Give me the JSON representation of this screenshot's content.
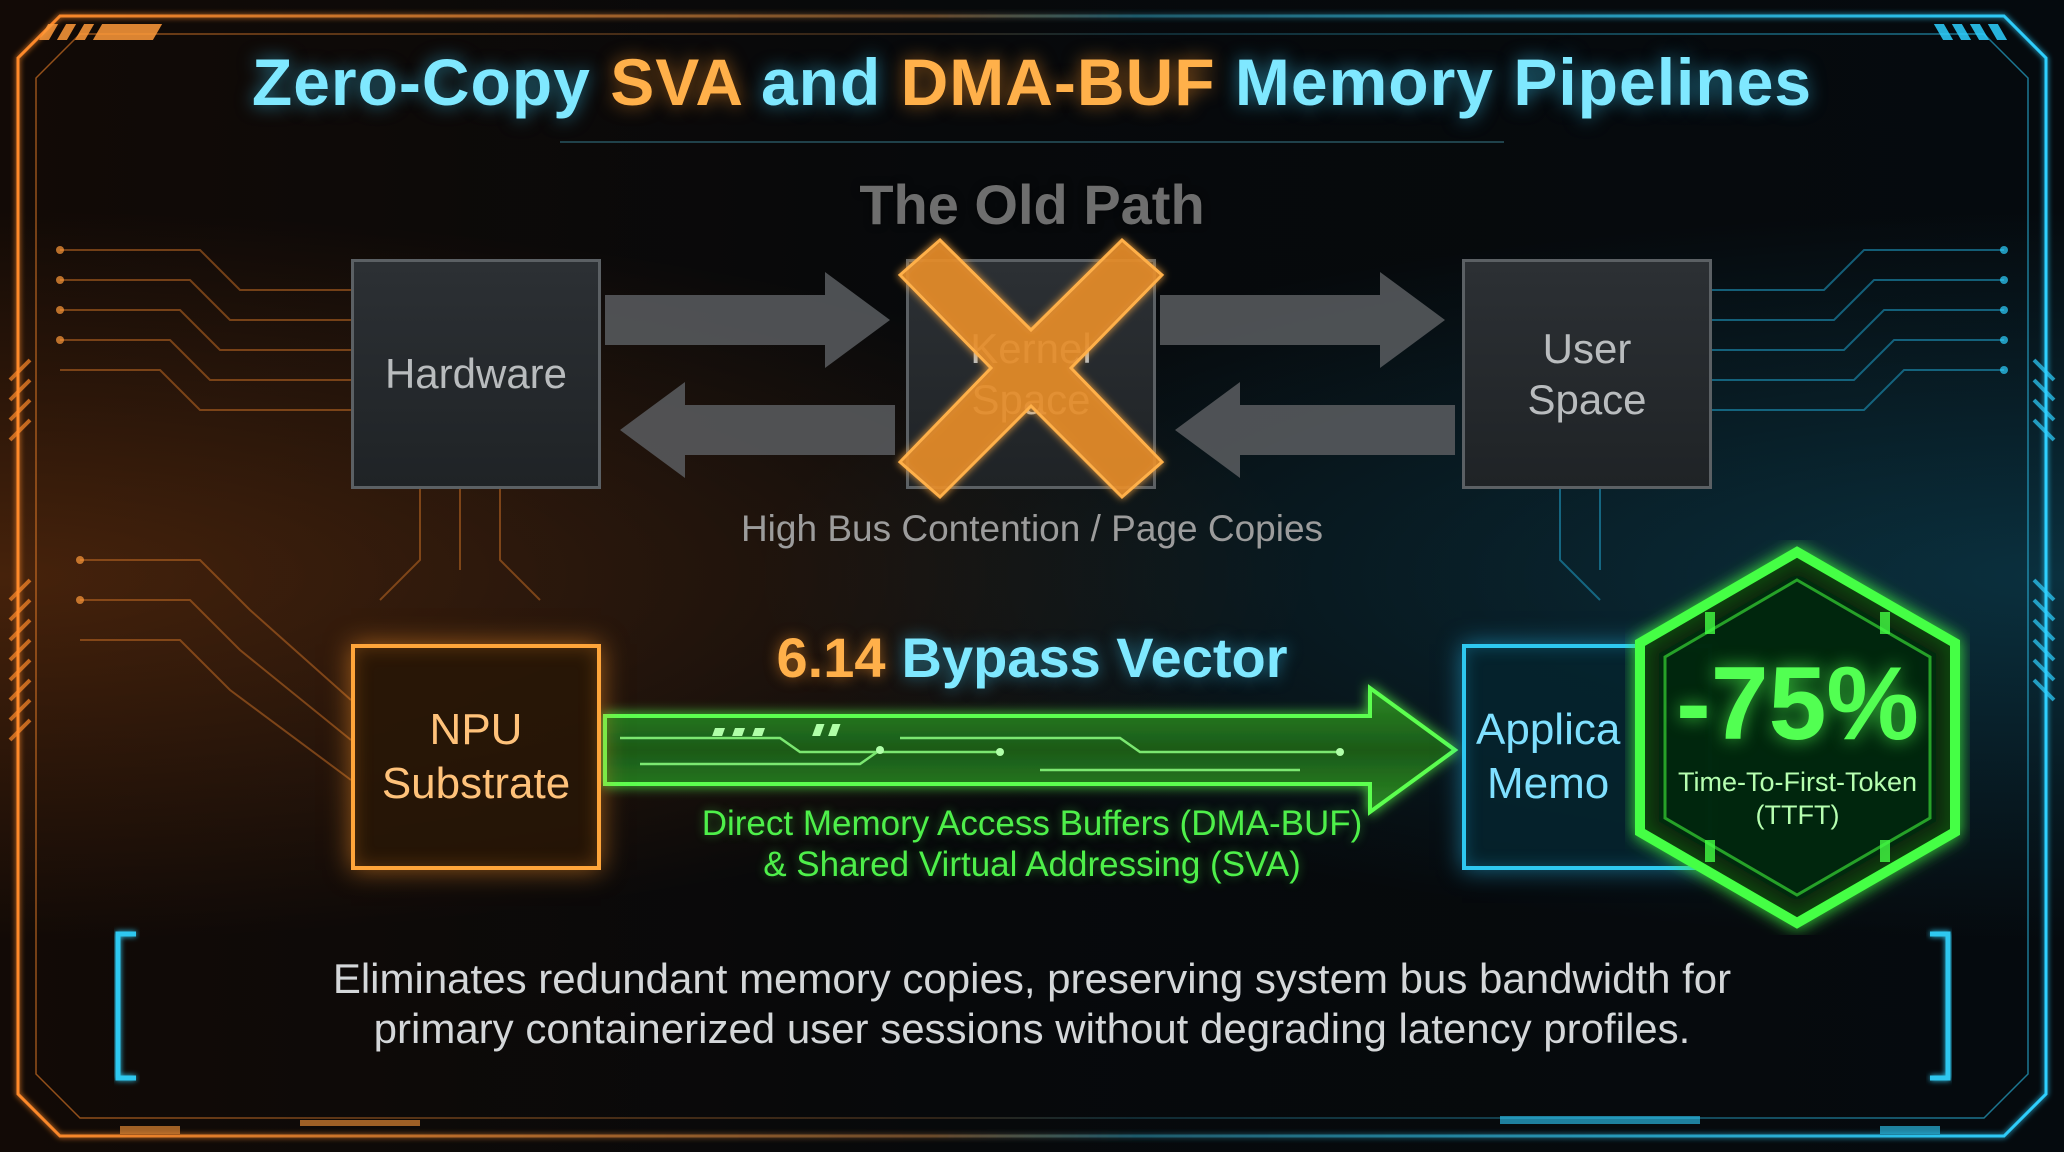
{
  "title": {
    "part1": "Zero-Copy",
    "highlight1": "SVA",
    "part2": "and",
    "highlight2": "DMA-BUF",
    "part3": "Memory Pipelines"
  },
  "old_path": {
    "heading": "The Old Path",
    "boxes": {
      "hardware": "Hardware",
      "kernel": "Kernel\nSpace",
      "user": "User\nSpace"
    },
    "kernel_status": "crossed-out",
    "caption": "High Bus Contention / Page Copies"
  },
  "bypass": {
    "number": "6.14",
    "heading": "Bypass Vector",
    "source": "NPU\nSubstrate",
    "target": "Applica\nMemo",
    "caption": "Direct Memory Access Buffers (DMA-BUF)\n& Shared Virtual Addressing (SVA)"
  },
  "metric": {
    "value": "-75%",
    "label": "Time-To-First-Token\n(TTFT)"
  },
  "summary": "Eliminates redundant memory copies, preserving system bus bandwidth for\nprimary containerized user sessions without degrading latency profiles.",
  "colors": {
    "orange": "#ffa53a",
    "cyan": "#2ec8f0",
    "green": "#3cf03c",
    "gray": "#5b6064"
  }
}
